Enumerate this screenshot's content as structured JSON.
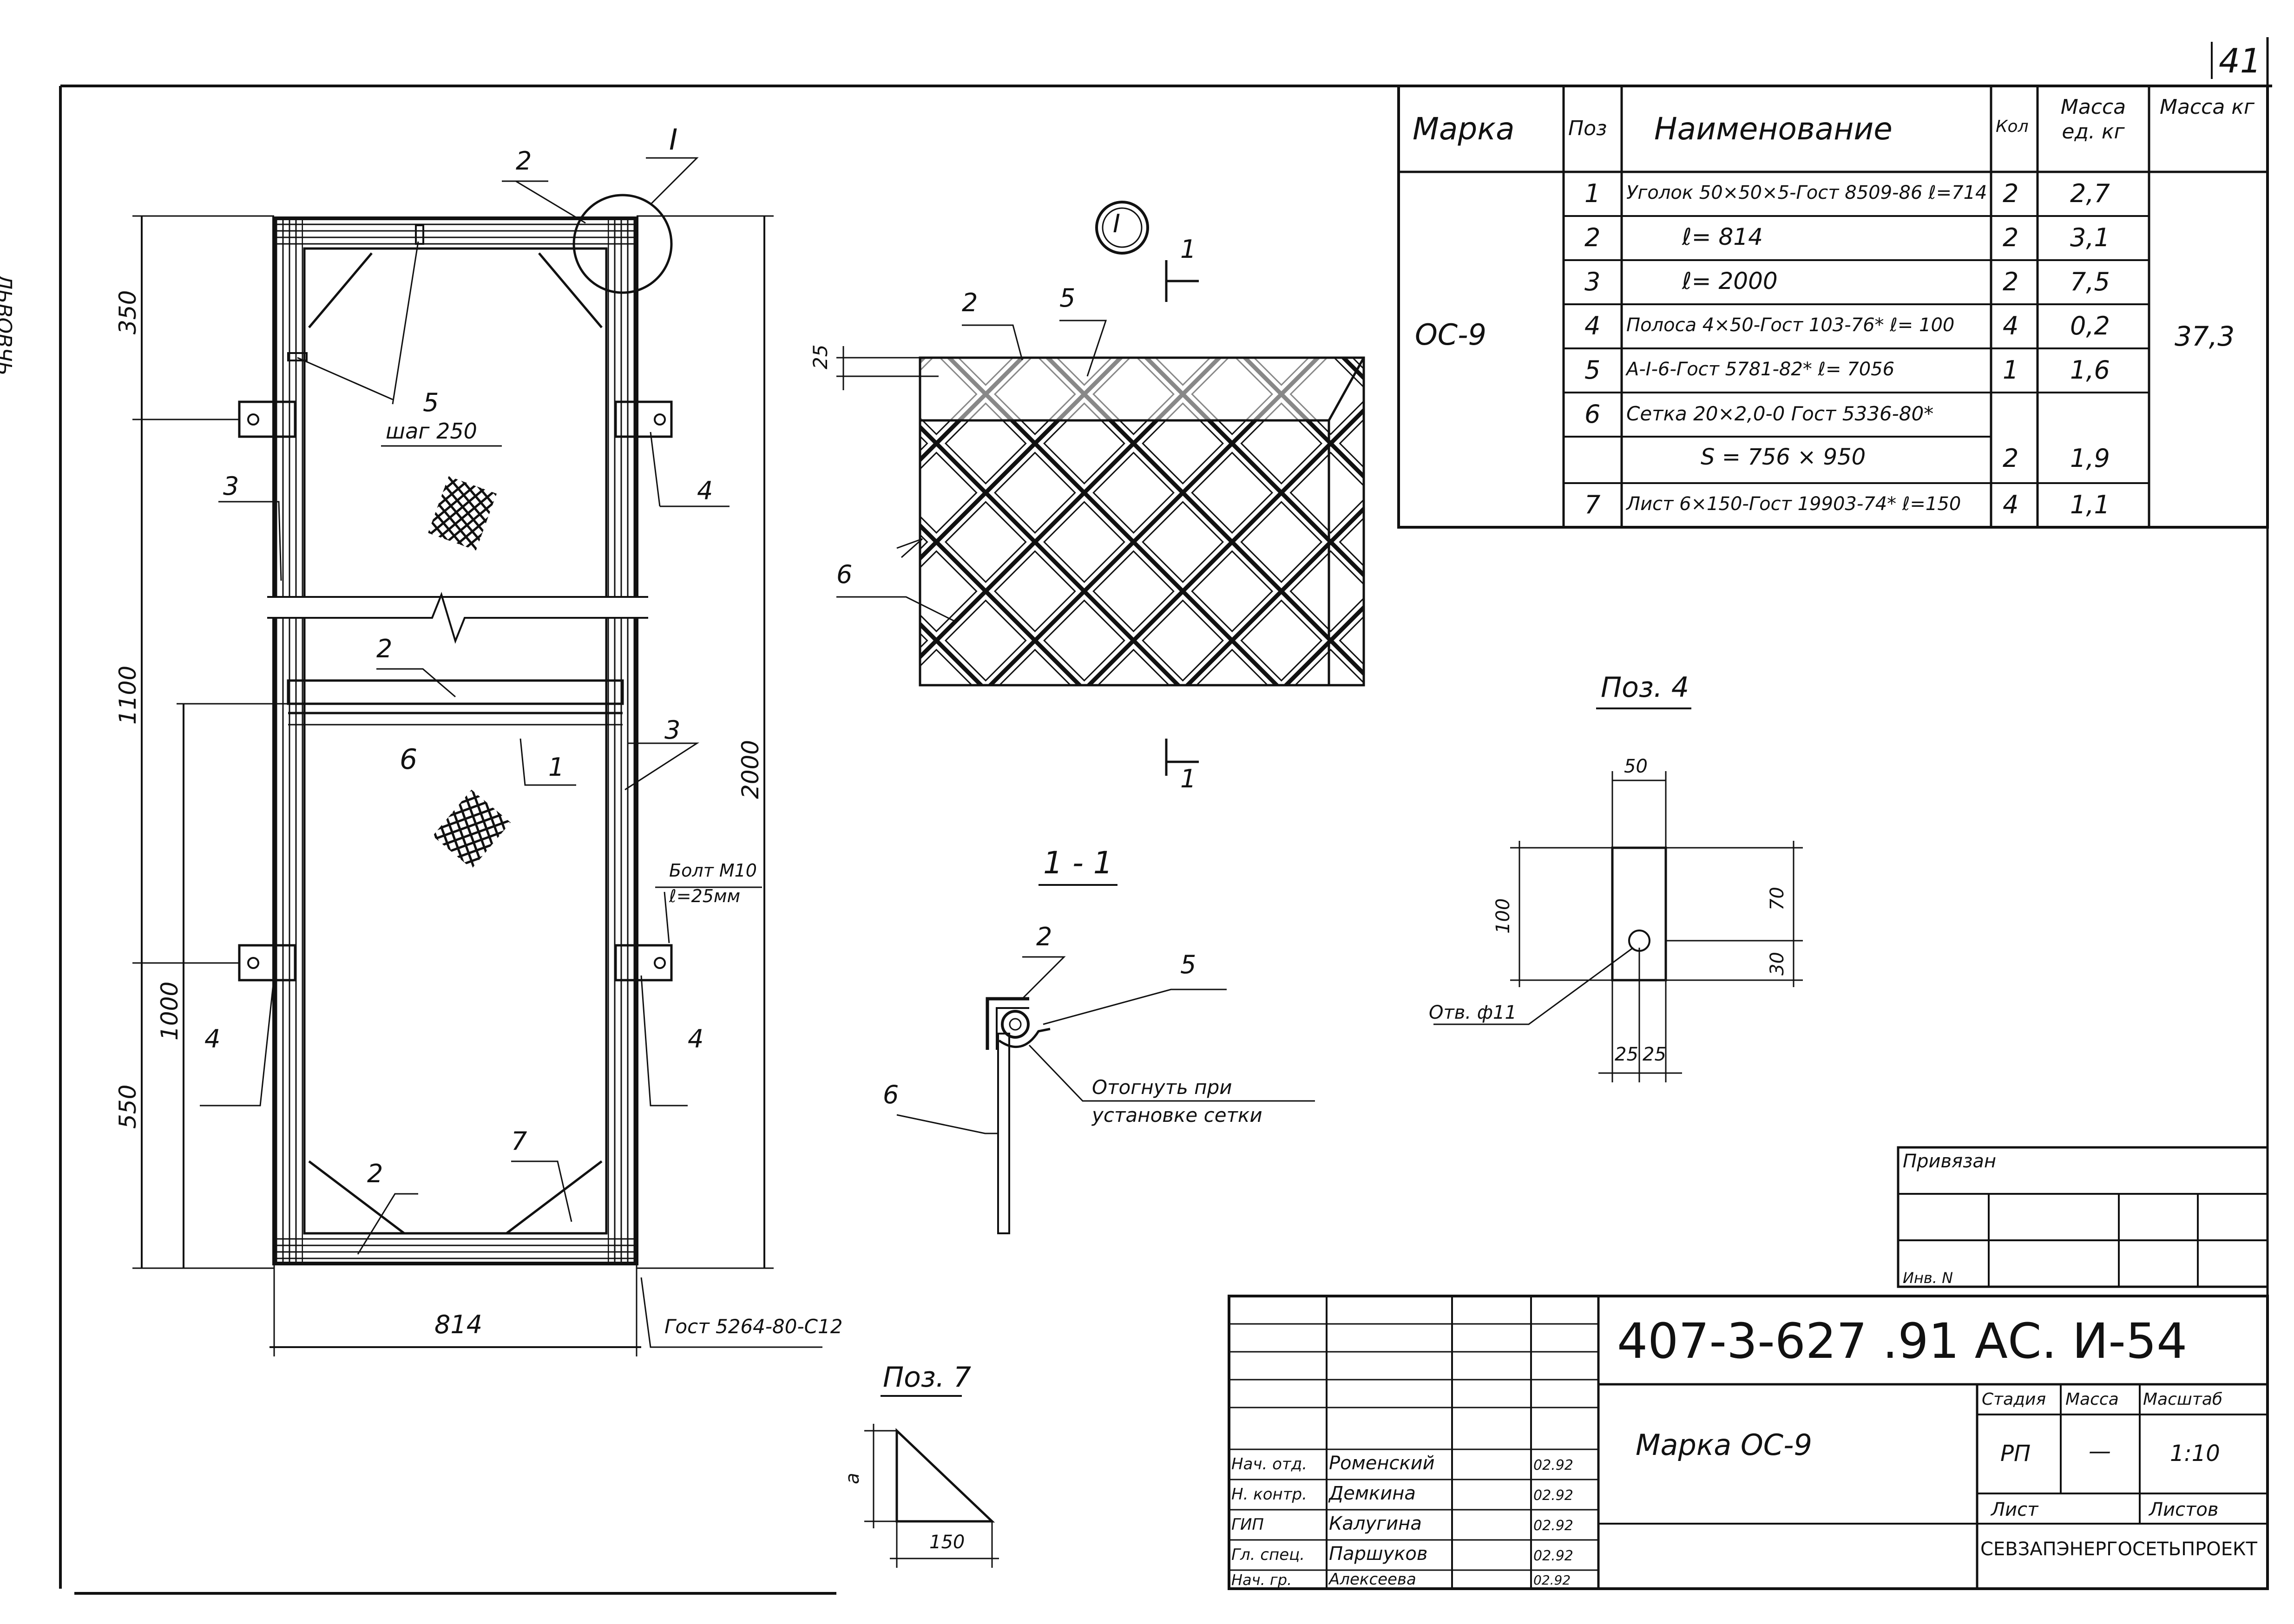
{
  "sheet": {
    "page_number": "41",
    "side_note": "ЛЬВОВЧЬ"
  },
  "spec_table": {
    "headers": {
      "mark": "Марка",
      "pos": "Поз",
      "name": "Наименование",
      "qty": "Кол",
      "mass_unit": "Масса ед. кг",
      "mass_total": "Масса кг"
    },
    "mark": "ОС-9",
    "mass_total": "37,3",
    "rows": [
      {
        "pos": "1",
        "name": "Уголок 50×50×5-Гост 8509-86 ℓ=714",
        "qty": "2",
        "mass": "2,7"
      },
      {
        "pos": "2",
        "name": "ℓ= 814",
        "qty": "2",
        "mass": "3,1"
      },
      {
        "pos": "3",
        "name": "ℓ= 2000",
        "qty": "2",
        "mass": "7,5"
      },
      {
        "pos": "4",
        "name": "Полоса 4×50-Гост 103-76* ℓ= 100",
        "qty": "4",
        "mass": "0,2"
      },
      {
        "pos": "5",
        "name": "А-I-6-Гост 5781-82* ℓ= 7056",
        "qty": "1",
        "mass": "1,6"
      },
      {
        "pos": "6",
        "name": "Сетка 20×2,0-0 Гост 5336-80*",
        "qty": "",
        "mass": ""
      },
      {
        "pos": "",
        "name": "S = 756 × 950",
        "qty": "2",
        "mass": "1,9"
      },
      {
        "pos": "7",
        "name": "Лист 6×150-Гост 19903-74* ℓ=150",
        "qty": "4",
        "mass": "1,1"
      }
    ]
  },
  "main_view": {
    "dims_left": [
      "350",
      "1100",
      "1000",
      "550"
    ],
    "dim_total": "2000",
    "dim_width": "814",
    "callouts": [
      "1",
      "2",
      "3",
      "4",
      "5",
      "6",
      "7",
      "I"
    ],
    "note_step": "шаг 250",
    "note_bolt": "Болт М10",
    "note_bolt_len": "ℓ=25мм",
    "gost_note": "Гост 5264-80-С12"
  },
  "detail_I": {
    "label": "I",
    "section_mark": "1",
    "dim": "25",
    "callouts": [
      "2",
      "5",
      "6"
    ]
  },
  "section_1_1": {
    "title": "1 - 1",
    "callouts": [
      "2",
      "5",
      "6"
    ],
    "note1": "Отогнуть при",
    "note2": "установке сетки"
  },
  "pos4": {
    "title": "Поз. 4",
    "dims": [
      "50",
      "100",
      "70",
      "30",
      "25",
      "25"
    ],
    "hole": "Отв. ф11"
  },
  "pos7": {
    "title": "Поз. 7",
    "dims": [
      "a",
      "150"
    ]
  },
  "title_block": {
    "privyazan": "Привязан",
    "inv": "Инв. N",
    "code": "407-3-627 .91 АС. И-54",
    "drawing_name": "Марка ОС-9",
    "stage_h": "Стадия",
    "mass_h": "Масса",
    "scale_h": "Масштаб",
    "stage": "РП",
    "mass": "—",
    "scale": "1:10",
    "sheet_h": "Лист",
    "sheets_h": "Листов",
    "org": "СЕВЗАПЭНЕРГОСЕТЬПРОЕКТ",
    "staff": [
      {
        "role": "Нач. отд.",
        "name": "Роменский",
        "date": "02.92"
      },
      {
        "role": "Н. контр.",
        "name": "Демкина",
        "date": "02.92"
      },
      {
        "role": "ГИП",
        "name": "Калугина",
        "date": "02.92"
      },
      {
        "role": "Гл. спец.",
        "name": "Паршуков",
        "date": "02.92"
      },
      {
        "role": "Нач. гр.",
        "name": "Алексеева",
        "date": "02.92"
      }
    ]
  }
}
